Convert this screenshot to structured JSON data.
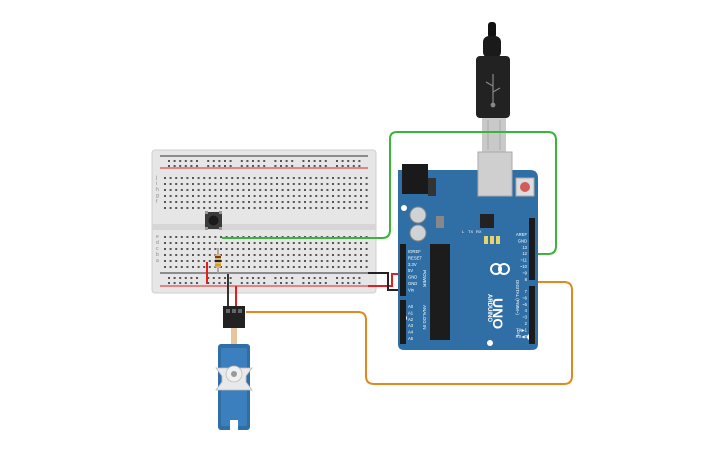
{
  "diagram": {
    "components": {
      "breadboard": {
        "rows": [
          "a",
          "b",
          "c",
          "d",
          "e",
          "f",
          "g",
          "h",
          "i",
          "j"
        ]
      },
      "arduino": {
        "brand_text": "ARDUINO",
        "model_text": "UNO",
        "digital_label": "DIGITAL (PWM~)",
        "power_label": "POWER",
        "analog_label": "ANALOG IN",
        "led_labels": [
          "L",
          "TX",
          "RX"
        ],
        "on_label": "ON",
        "top_pins": [
          "AREF",
          "GND",
          "13",
          "12",
          "~11",
          "~10",
          "~9",
          "8"
        ],
        "bottom_pins": [
          "7",
          "~6",
          "~5",
          "4",
          "~3",
          "2",
          "TX▶1",
          "RX◀0"
        ],
        "power_pins": [
          "IOREF",
          "RESET",
          "3.3V",
          "5V",
          "GND",
          "GND",
          "Vin"
        ],
        "analog_pins": [
          "A0",
          "A1",
          "A2",
          "A3",
          "A4",
          "A5"
        ]
      },
      "usb_cable": {},
      "pushbutton": {},
      "resistor": {},
      "servo": {}
    },
    "wire_colors": {
      "green": "#3cb33c",
      "orange": "#e08a1e",
      "red": "#e02020",
      "black": "#222222",
      "board_blue": "#2f6fa5"
    }
  }
}
